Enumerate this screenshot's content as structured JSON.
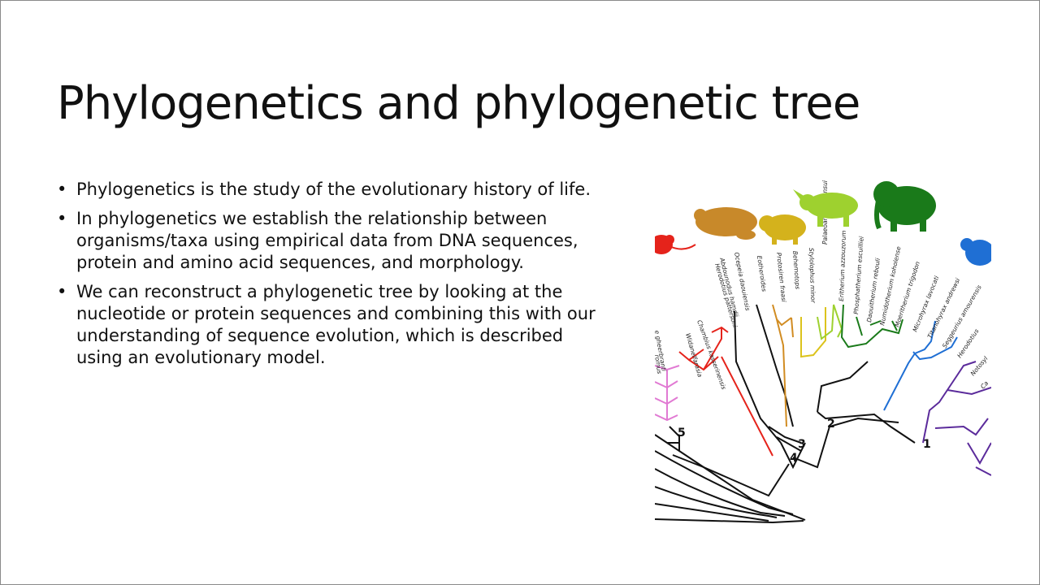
{
  "slide": {
    "title": "Phylogenetics and phylogenetic tree",
    "bullets": [
      "Phylogenetics is the study of the evolutionary history of life.",
      "In phylogenetics we establish the relationship between organisms/taxa using empirical data from DNA sequences, protein and amino acid sequences, and morphology.",
      "We can reconstruct a phylogenetic tree by looking at the nucleotide or protein sequences and combining this with our understanding of sequence evolution, which is described using an evolutionary model."
    ]
  },
  "figure": {
    "taxa": [
      "Chambius kasserinensis",
      "Widanelfarasia",
      "Herodotius pattersoni",
      "Abdounodus hamdii",
      "Ocepeia daouiensis",
      "Eotheroides",
      "Protosiren fraasi",
      "Behemotops",
      "Stylolophus minor",
      "Palaeoamasia kansui",
      "Eritherium azzouzorum",
      "Phosphatherium escuilliei",
      "Daouitherium rebouli",
      "Numidotherium koholense",
      "Moeritherium trigodon",
      "Microhyrax lavocati",
      "Titanohyrax andrewsi",
      "Seggeurius amourensis",
      "Herodotius",
      "Notosyl",
      "Ca"
    ],
    "partial_labels": [
      "e gheerbranti",
      "romus"
    ],
    "node_labels": [
      "1",
      "2",
      "3",
      "4",
      "5"
    ],
    "clade_colors": {
      "tenrec_red": "#e5231b",
      "sirenian_orange": "#d18c22",
      "desmostylian_yellow": "#dcc31c",
      "embrithopod_lime": "#9ed12f",
      "proboscidean_green": "#1a7a1a",
      "hyracoid_blue": "#1f6fd4",
      "macroscelid_purple": "#5b2b9b",
      "pink": "#e17ad3"
    },
    "silhouette_icons": [
      "rodent-silhouette-icon",
      "manatee-silhouette-icon",
      "pig-silhouette-icon",
      "rhino-silhouette-icon",
      "elephant-silhouette-icon",
      "hyrax-silhouette-icon"
    ]
  }
}
